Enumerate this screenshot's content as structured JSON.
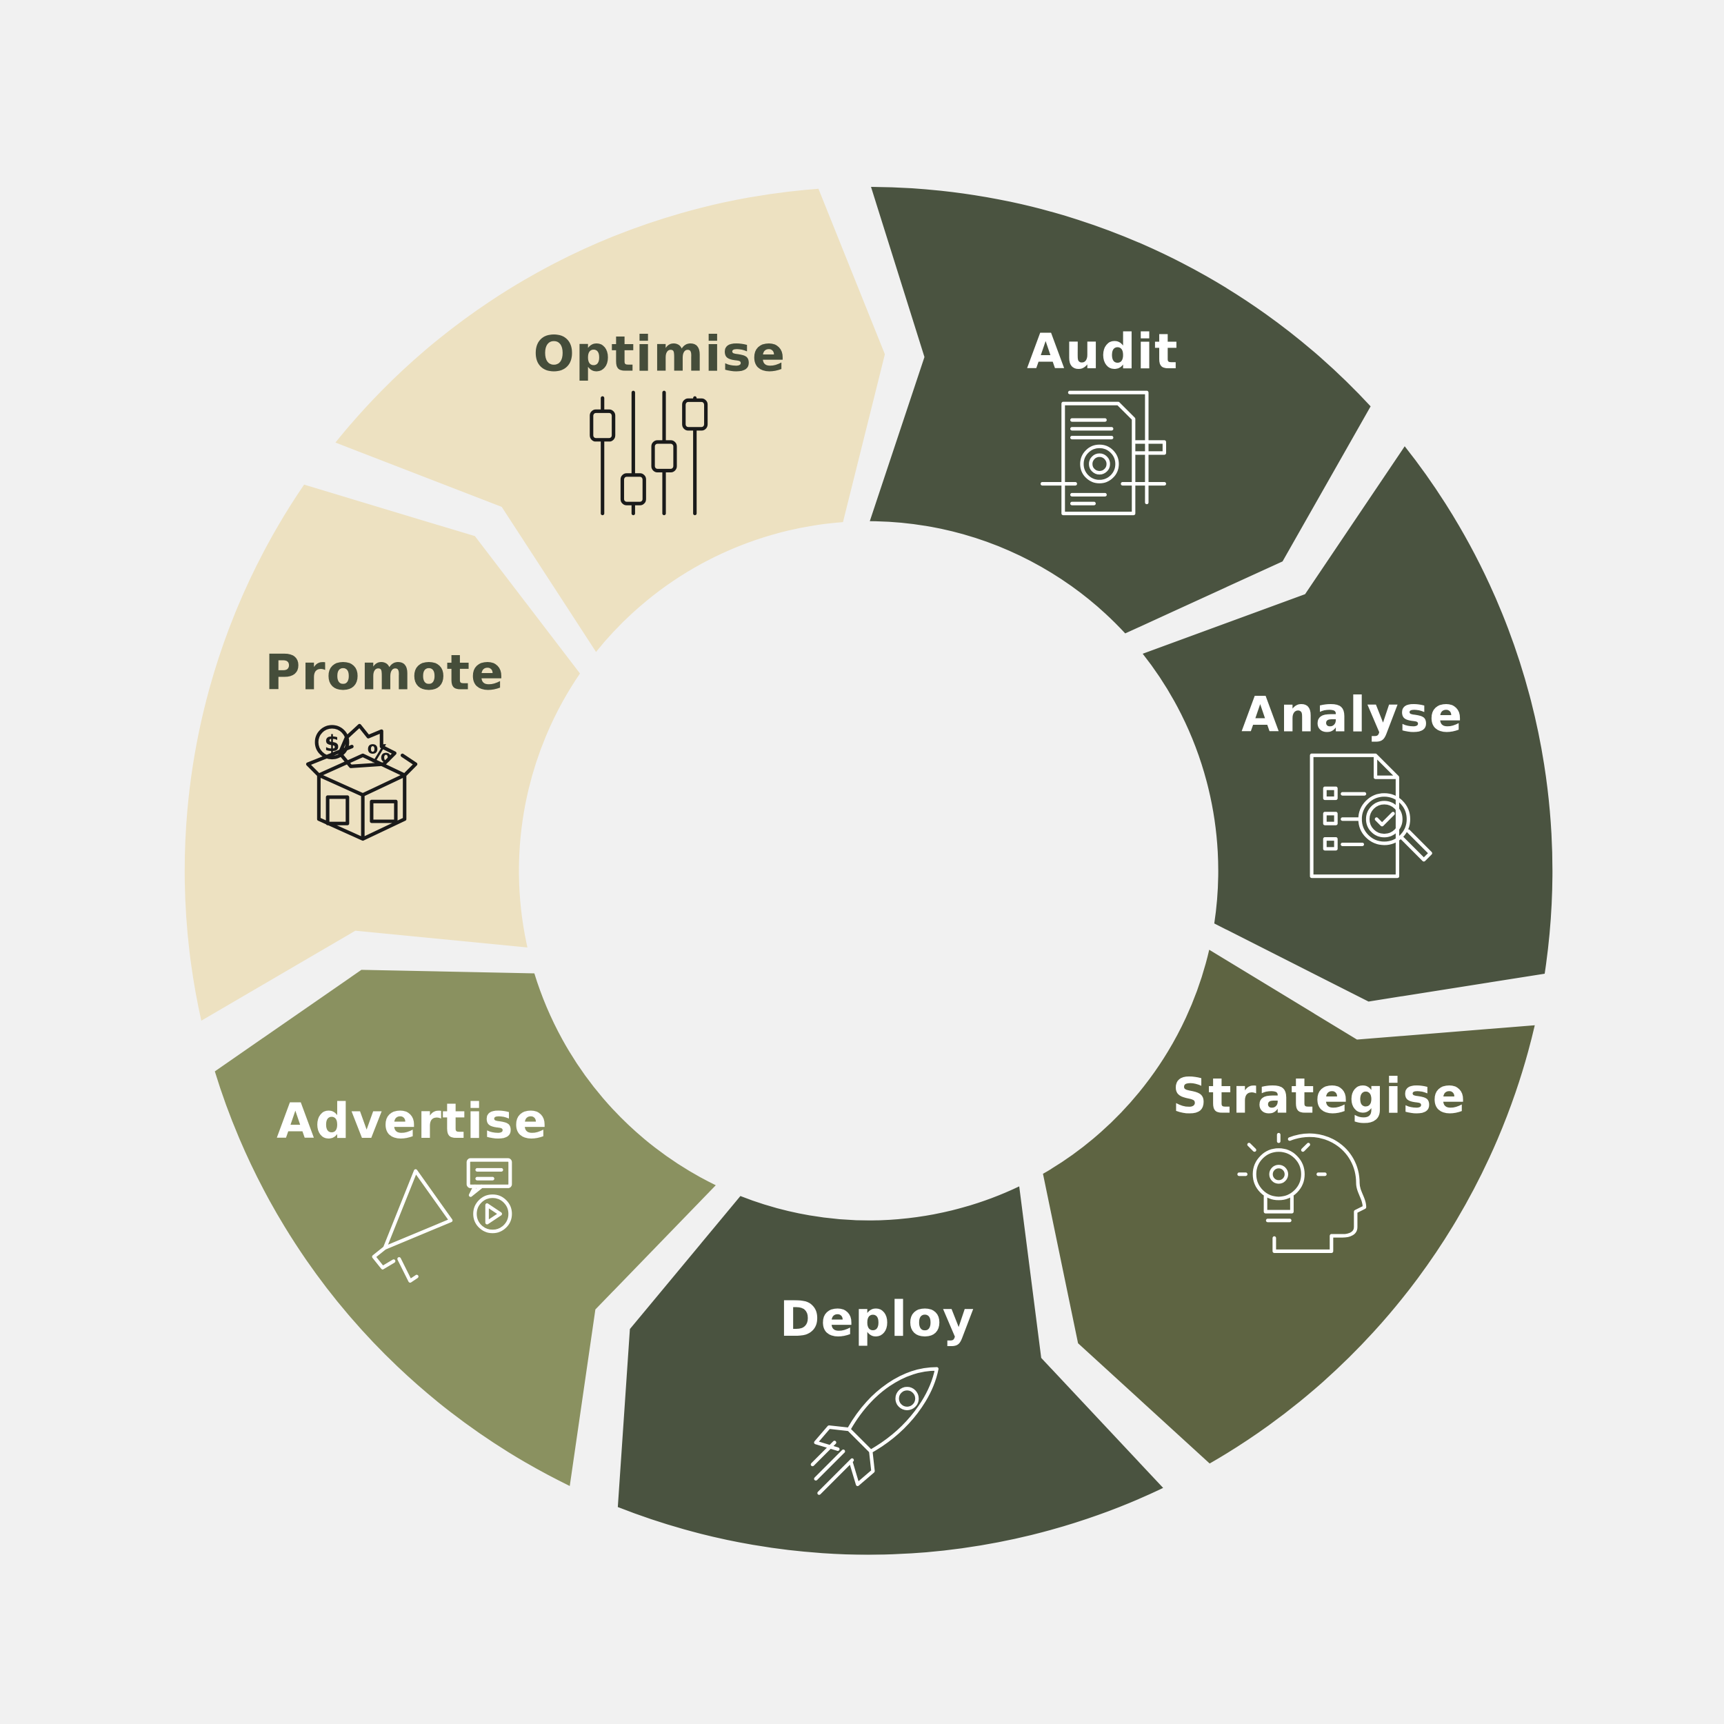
{
  "title": "Marketing cycle",
  "colors": {
    "background": "#f1f1f1",
    "dark": "#4a5340",
    "olive": "#5e6442",
    "sage": "#8a9160",
    "beige": "#ede1c1",
    "text_dark": "#454d3a",
    "text_light": "#ffffff"
  },
  "segments": [
    {
      "label": "Audit",
      "icon": "document-audit-icon",
      "fill": "#4a5340",
      "text": "#ffffff"
    },
    {
      "label": "Analyse",
      "icon": "checklist-magnifier-icon",
      "fill": "#4a5340",
      "text": "#ffffff"
    },
    {
      "label": "Strategise",
      "icon": "head-lightbulb-icon",
      "fill": "#5e6442",
      "text": "#ffffff"
    },
    {
      "label": "Deploy",
      "icon": "rocket-icon",
      "fill": "#4a5340",
      "text": "#ffffff"
    },
    {
      "label": "Advertise",
      "icon": "megaphone-icon",
      "fill": "#8a9160",
      "text": "#ffffff"
    },
    {
      "label": "Promote",
      "icon": "discount-box-icon",
      "fill": "#ede1c1",
      "text": "#454d3a"
    },
    {
      "label": "Optimise",
      "icon": "sliders-icon",
      "fill": "#ede1c1",
      "text": "#454d3a"
    }
  ]
}
